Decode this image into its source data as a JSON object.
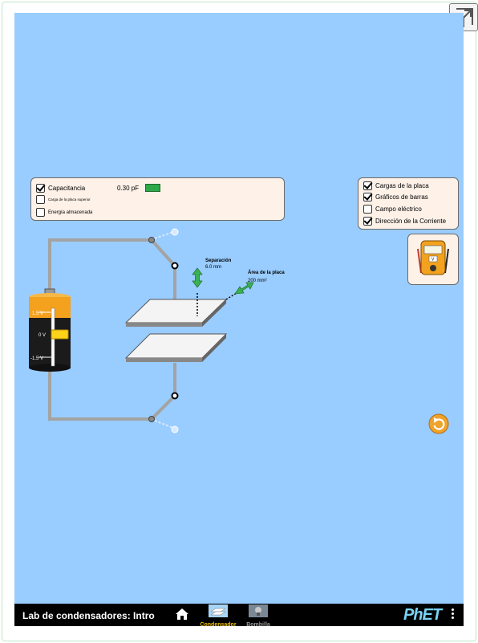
{
  "app": {
    "title": "Lab de condensadores: Intro",
    "brand": "PhET"
  },
  "left_panel": {
    "capacitance": {
      "label": "Capacitancia",
      "value": "0.30 pF",
      "checked": true
    },
    "top_plate_charge": {
      "label": "Carga de la placa superior",
      "checked": false
    },
    "stored_energy": {
      "label": "Energía almacenada",
      "checked": false
    }
  },
  "right_panel": {
    "items": [
      {
        "label": "Cargas de la placa",
        "checked": true
      },
      {
        "label": "Gráficos de barras",
        "checked": true
      },
      {
        "label": "Campo eléctrico",
        "checked": false
      },
      {
        "label": "Dirección de la Corriente",
        "checked": true
      }
    ]
  },
  "battery": {
    "top_label": "1.5 V",
    "mid_label": "0 V",
    "bottom_label": "-1.5 V",
    "voltage_level": 0
  },
  "separation": {
    "label": "Separación",
    "value": "6.0 mm"
  },
  "plate_area": {
    "label": "Área de la placa",
    "value": "200 mm²"
  },
  "voltmeter_display": "V",
  "navbar": {
    "screens": [
      {
        "label": "Condensador",
        "active": true
      },
      {
        "label": "Bombilla",
        "active": false
      }
    ]
  },
  "colors": {
    "background": "#99ccff",
    "panel": "#fdf1e8",
    "active_tab": "#f2c200",
    "arrow_green": "#3cb054",
    "reset_orange": "#f0a32b",
    "battery_orange": "#f4a11d",
    "capacitance_swatch": "#2fa84a"
  },
  "icons": [
    "expand-icon",
    "home-icon",
    "capacitor-screen-icon",
    "bulb-screen-icon",
    "reset-icon",
    "voltmeter-icon",
    "menu-icon"
  ]
}
